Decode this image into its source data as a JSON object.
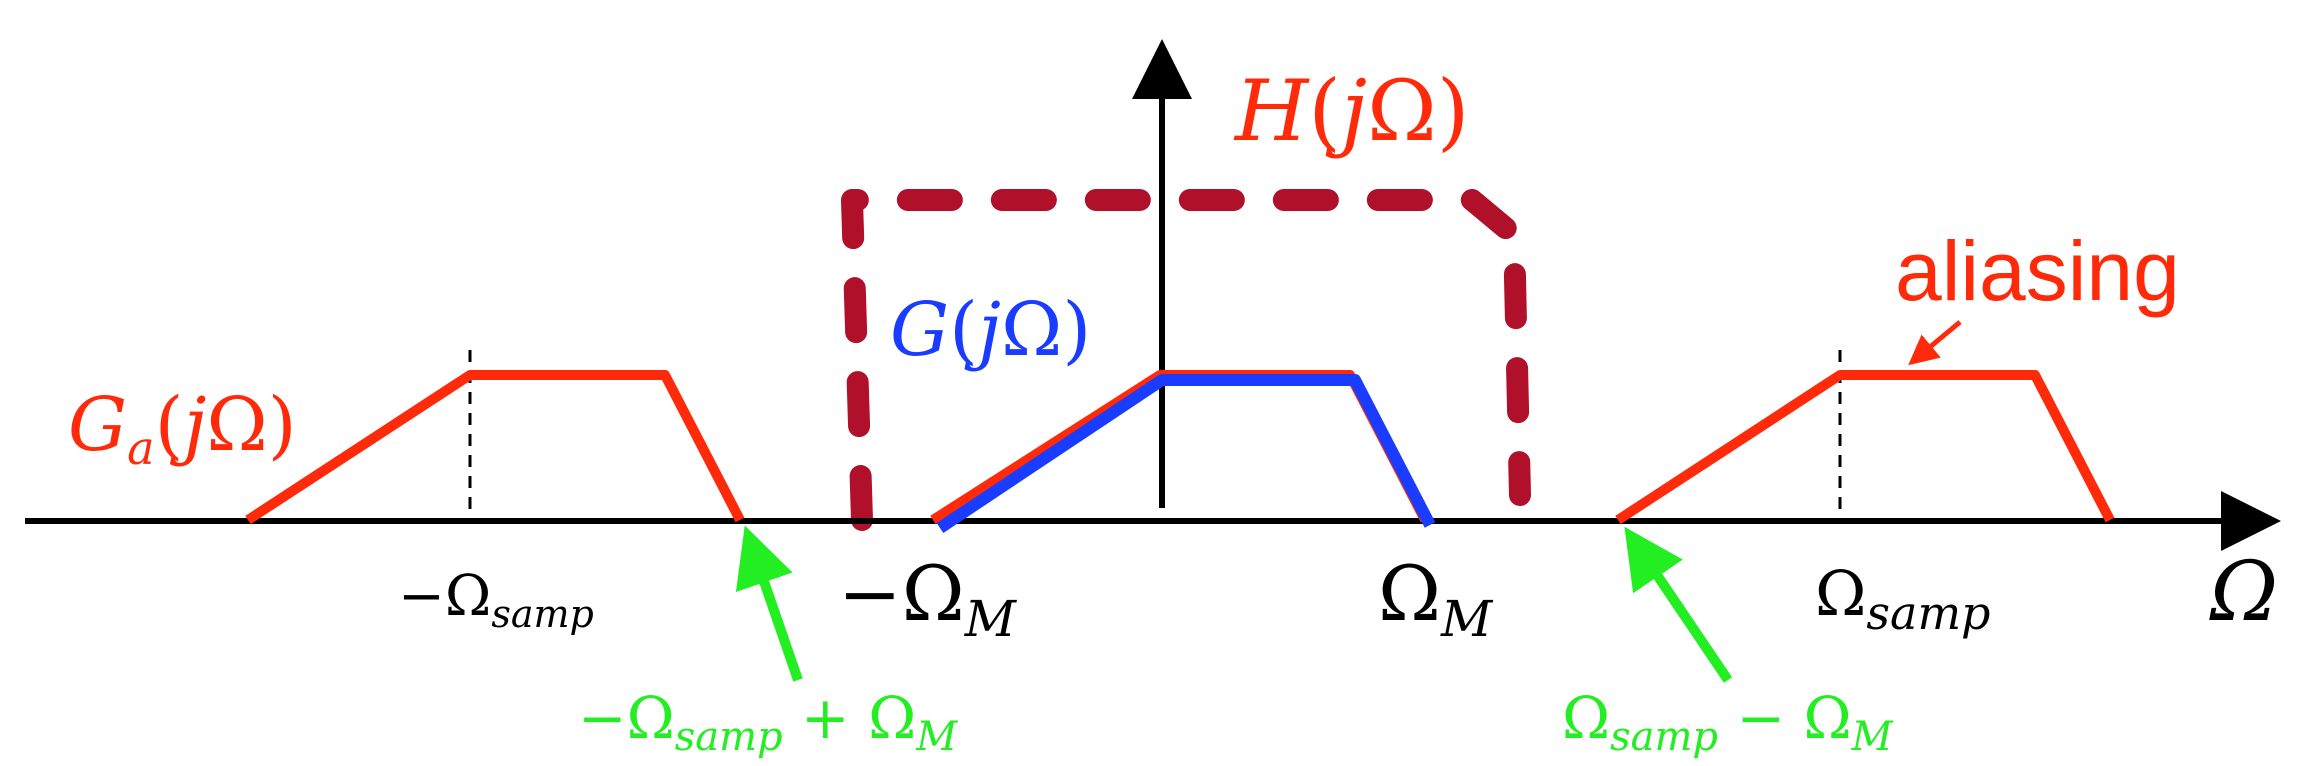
{
  "labels": {
    "h_filter": {
      "main": "H",
      "open": "(",
      "j": "j",
      "omega": "Ω",
      "close": ")"
    },
    "g_signal": {
      "main": "G",
      "open": "(",
      "j": "j",
      "omega": "Ω",
      "close": ")"
    },
    "ga_signal": {
      "main": "G",
      "sub": "a",
      "open": "(",
      "j": "j",
      "omega": "Ω",
      "close": ")"
    },
    "aliasing": "aliasing",
    "axis_omega": "Ω",
    "ticks": {
      "neg_samp": {
        "minus": "−",
        "omega": "Ω",
        "sub": "samp"
      },
      "neg_m": {
        "minus": "−",
        "omega": "Ω",
        "sub": "M"
      },
      "pos_m": {
        "omega": "Ω",
        "sub": "M"
      },
      "pos_samp": {
        "omega": "Ω",
        "sub": "samp"
      }
    },
    "arrows": {
      "left": {
        "minus": "−",
        "omega1": "Ω",
        "sub1": "samp",
        "plus": " + ",
        "omega2": "Ω",
        "sub2": "M"
      },
      "right": {
        "omega1": "Ω",
        "sub1": "samp",
        "minus": " − ",
        "omega2": "Ω",
        "sub2": "M"
      }
    }
  },
  "colors": {
    "red": "#ff2a0a",
    "blue": "#1a3cff",
    "green": "#22ee22",
    "darkred": "#b0102a",
    "black": "#000000"
  }
}
